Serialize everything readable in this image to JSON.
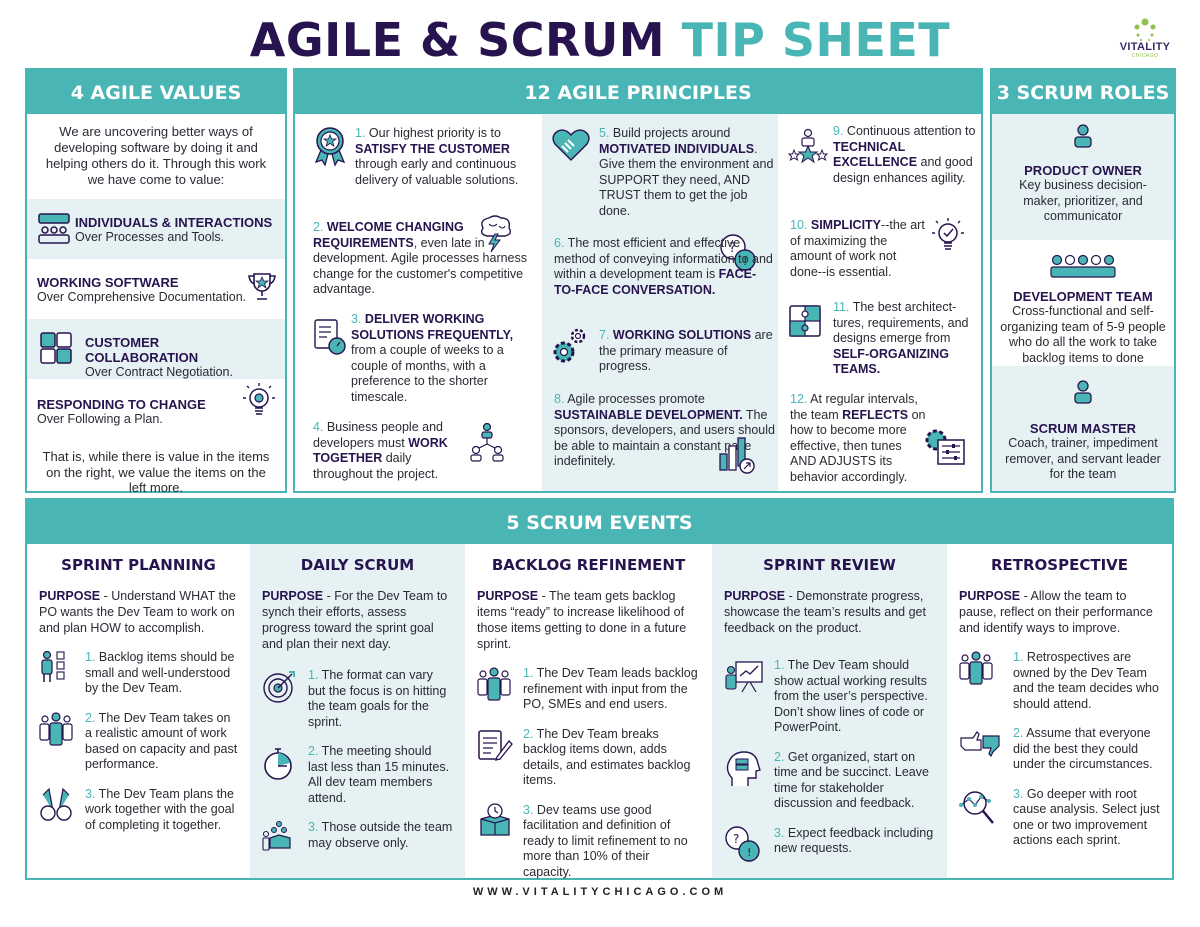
{
  "title": {
    "part1": "AGILE & SCRUM",
    "part2": "TIP SHEET"
  },
  "logo": {
    "name": "VITALITY",
    "sub": "CHICAGO"
  },
  "colors": {
    "teal": "#4ab5b5",
    "navy": "#27144f",
    "shade": "#e6f1f3",
    "logo_green": "#8fc24a"
  },
  "values": {
    "heading": "4 AGILE VALUES",
    "intro": "We are uncovering better ways of developing software by doing it and helping others do it. Through this work we have come to value:",
    "items": [
      {
        "title": "INDIVIDUALS & INTERACTIONS",
        "sub": "Over Processes and Tools.",
        "icon": "team-chat-icon"
      },
      {
        "title": "WORKING SOFTWARE",
        "sub": "Over Comprehensive Documentation.",
        "icon": "trophy-icon"
      },
      {
        "title": "CUSTOMER COLLABORATION",
        "sub": "Over Contract Negotiation.",
        "icon": "hands-collaboration-icon"
      },
      {
        "title": "RESPONDING TO CHANGE",
        "sub": "Over Following a Plan.",
        "icon": "lightbulb-gear-icon"
      }
    ],
    "closing": "That is, while there is value in the items on the right, we value the items on the left more."
  },
  "principles": {
    "heading": "12 AGILE PRINCIPLES",
    "items": [
      {
        "num": "1.",
        "pre": " Our highest priority is to ",
        "bold": "SATISFY THE CUSTOMER",
        "post": " through early and continuous delivery of valuable solutions.",
        "icon": "award-ribbon-icon"
      },
      {
        "num": "2.",
        "pre": " ",
        "bold": "WELCOME CHANGING REQUIREMENTS",
        "post": ", even late in development. Agile processes harness change for the customer's competitive advantage.",
        "icon": "brain-lightning-icon"
      },
      {
        "num": "3.",
        "pre": " ",
        "bold": "DELIVER WORKING SOLUTIONS FREQUENTLY,",
        "post": " from a couple of weeks to a couple of months, with a preference to the shorter timescale.",
        "icon": "checklist-stopwatch-icon"
      },
      {
        "num": "4.",
        "pre": " Business people and developers must ",
        "bold": "WORK TOGETHER",
        "post": " daily throughout the project.",
        "icon": "org-chart-icon"
      },
      {
        "num": "5.",
        "pre": " Build projects around ",
        "bold": "MOTIVATED INDIVIDUALS",
        "post": ". Give them the environment and SUPPORT they need, AND TRUST them to get the job done.",
        "icon": "handshake-heart-icon"
      },
      {
        "num": "6.",
        "pre": " The most efficient and effective method of conveying information to and within a development team is ",
        "bold": "FACE-TO-FACE CONVERSATION.",
        "post": "",
        "icon": "speech-bubbles-icon"
      },
      {
        "num": "7.",
        "pre": " ",
        "bold": "WORKING SOLUTIONS",
        "post": " are the primary measure of progress.",
        "icon": "gears-icon"
      },
      {
        "num": "8.",
        "pre": " Agile processes promote ",
        "bold": "SUSTAINABLE DEVELOPMENT.",
        "post": " The sponsors, developers, and users should be able to maintain a constant pace indefinitely.",
        "icon": "bar-chart-growth-icon"
      },
      {
        "num": "9.",
        "pre": " Continuous attention to ",
        "bold": "TECHNICAL EXCELLENCE",
        "post": " and good design enhances agility.",
        "icon": "person-stars-icon"
      },
      {
        "num": "10.",
        "pre": " ",
        "bold": "SIMPLICITY",
        "post": "--the art of maximizing the amount of work not done--is essential.",
        "icon": "lightbulb-check-icon"
      },
      {
        "num": "11.",
        "pre": " The best architect-tures, requirements, and designs emerge from ",
        "bold": "SELF-ORGANIZING TEAMS.",
        "post": "",
        "icon": "puzzle-icon"
      },
      {
        "num": "12.",
        "pre": " At regular intervals, the team ",
        "bold": "REFLECTS",
        "post": " on how to become more effective, then tunes AND ADJUSTS its behavior accordingly.",
        "icon": "gear-sliders-icon"
      }
    ]
  },
  "roles": {
    "heading": "3 SCRUM ROLES",
    "items": [
      {
        "title": "PRODUCT OWNER",
        "desc": "Key business decision-maker, prioritizer, and communicator",
        "icon": "person-icon"
      },
      {
        "title": "DEVELOPMENT TEAM",
        "desc": "Cross-functional and self-organizing team of 5-9 people who do all the work to take backlog items to done",
        "icon": "team-row-icon"
      },
      {
        "title": "SCRUM MASTER",
        "desc": "Coach, trainer, impediment remover, and servant leader for the team",
        "icon": "person-icon"
      }
    ]
  },
  "events": {
    "heading": "5 SCRUM EVENTS",
    "purpose_label": "PURPOSE",
    "columns": [
      {
        "title": "SPRINT PLANNING",
        "purpose": " - Understand WHAT the PO wants the Dev Team to work on and plan HOW to accomplish.",
        "items": [
          {
            "num": "1.",
            "text": " Backlog items should be small and well-understood by the Dev Team.",
            "icon": "person-checklist-icon"
          },
          {
            "num": "2.",
            "text": " The Dev Team takes on a realistic amount of work based on capacity and past performance.",
            "icon": "group-icon"
          },
          {
            "num": "3.",
            "text": " The Dev Team plans the work together with the goal of completing it together.",
            "icon": "binoculars-icon"
          }
        ]
      },
      {
        "title": "DAILY SCRUM",
        "purpose": " - For the Dev Team to synch their efforts, assess progress toward the sprint goal and plan their next day.",
        "items": [
          {
            "num": "1.",
            "text": " The format can vary but the focus is on hitting the team goals for the sprint.",
            "icon": "target-icon"
          },
          {
            "num": "2.",
            "text": " The meeting should last less than 15 minutes. All dev team members attend.",
            "icon": "stopwatch-icon"
          },
          {
            "num": "3.",
            "text": " Those outside the team may observe only.",
            "icon": "observer-box-icon"
          }
        ]
      },
      {
        "title": "BACKLOG REFINEMENT",
        "purpose": " - The team gets backlog items “ready” to increase likelihood of those items getting to done in a future sprint.",
        "items": [
          {
            "num": "1.",
            "text": " The Dev Team leads backlog refinement with input from the PO, SMEs and end users.",
            "icon": "group-icon"
          },
          {
            "num": "2.",
            "text": " The Dev Team breaks backlog items down, adds details, and estimates backlog items.",
            "icon": "document-pen-icon"
          },
          {
            "num": "3.",
            "text": " Dev teams use good facilitation and definition of ready to limit refinement to no more than 10% of their capacity.",
            "icon": "box-clock-icon"
          }
        ]
      },
      {
        "title": "SPRINT REVIEW",
        "purpose": " - Demonstrate progress, showcase the team’s results and get feedback on the product.",
        "items": [
          {
            "num": "1.",
            "text": " The Dev Team should show actual working results from the user’s perspective. Don’t show lines of code or PowerPoint.",
            "icon": "presenter-icon"
          },
          {
            "num": "2.",
            "text": " Get organized, start on time and be succinct. Leave time for stakeholder discussion and feedback.",
            "icon": "head-layers-icon"
          },
          {
            "num": "3.",
            "text": " Expect feedback including new requests.",
            "icon": "speech-bubbles-icon"
          }
        ]
      },
      {
        "title": "RETROSPECTIVE",
        "purpose": " - Allow the team to pause, reflect on their performance and identify ways to improve.",
        "items": [
          {
            "num": "1.",
            "text": " Retrospectives are owned by the Dev Team and the team decides who should attend.",
            "icon": "group-icon"
          },
          {
            "num": "2.",
            "text": " Assume that everyone did the best they could under the circumstances.",
            "icon": "thumbs-up-down-icon"
          },
          {
            "num": "3.",
            "text": " Go deeper with root cause analysis. Select just one or two improvement actions each sprint.",
            "icon": "magnifier-analysis-icon"
          }
        ]
      }
    ]
  },
  "footer": {
    "url": "WWW.VITALITYCHICAGO.COM"
  }
}
